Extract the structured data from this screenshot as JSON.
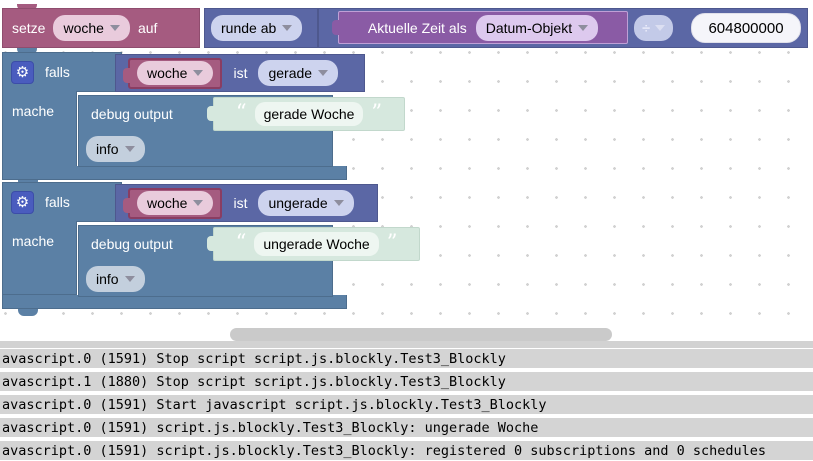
{
  "workspace": {
    "set_block": {
      "label_set": "setze",
      "var_name": "woche",
      "label_to": "auf"
    },
    "round_block": {
      "mode": "runde ab"
    },
    "time_block": {
      "label": "Aktuelle Zeit als",
      "format": "Datum-Objekt"
    },
    "divide_block": {
      "operator": "÷",
      "number": "604800000"
    },
    "if1": {
      "label_if": "falls",
      "label_do": "mache",
      "condition": {
        "var_name": "woche",
        "label_is": "ist",
        "property": "gerade"
      },
      "debug": {
        "label": "debug output",
        "text": "gerade Woche",
        "level": "info"
      }
    },
    "if2": {
      "label_if": "falls",
      "label_do": "mache",
      "condition": {
        "var_name": "woche",
        "label_is": "ist",
        "property": "ungerade"
      },
      "debug": {
        "label": "debug output",
        "text": "ungerade Woche",
        "level": "info"
      }
    }
  },
  "console": {
    "lines": [
      "avascript.0 (1591) Stop script script.js.blockly.Test3_Blockly",
      "avascript.1 (1880) Stop script script.js.blockly.Test3_Blockly",
      "avascript.0 (1591) Start javascript script.js.blockly.Test3_Blockly",
      "avascript.0 (1591) script.js.blockly.Test3_Blockly: ungerade Woche",
      "avascript.0 (1591) script.js.blockly.Test3_Blockly: registered 0 subscriptions and 0 schedules"
    ]
  },
  "colors": {
    "variable_block": "#a55b80",
    "variable_field": "#e9cbdc",
    "math_block": "#5b67a5",
    "math_field": "#cdd3ee",
    "logic_block": "#5b80a5",
    "time_block": "#8a5ba5",
    "time_field": "#ddc9ee",
    "string_shadow_block": "#d6e8de",
    "info_field": "#c3cfdd",
    "number_field": "#f5f5fa",
    "gear_button": "#4a5cbe",
    "console_row_bg": "#d4d4d4",
    "scrollbar": "#cacaca"
  }
}
